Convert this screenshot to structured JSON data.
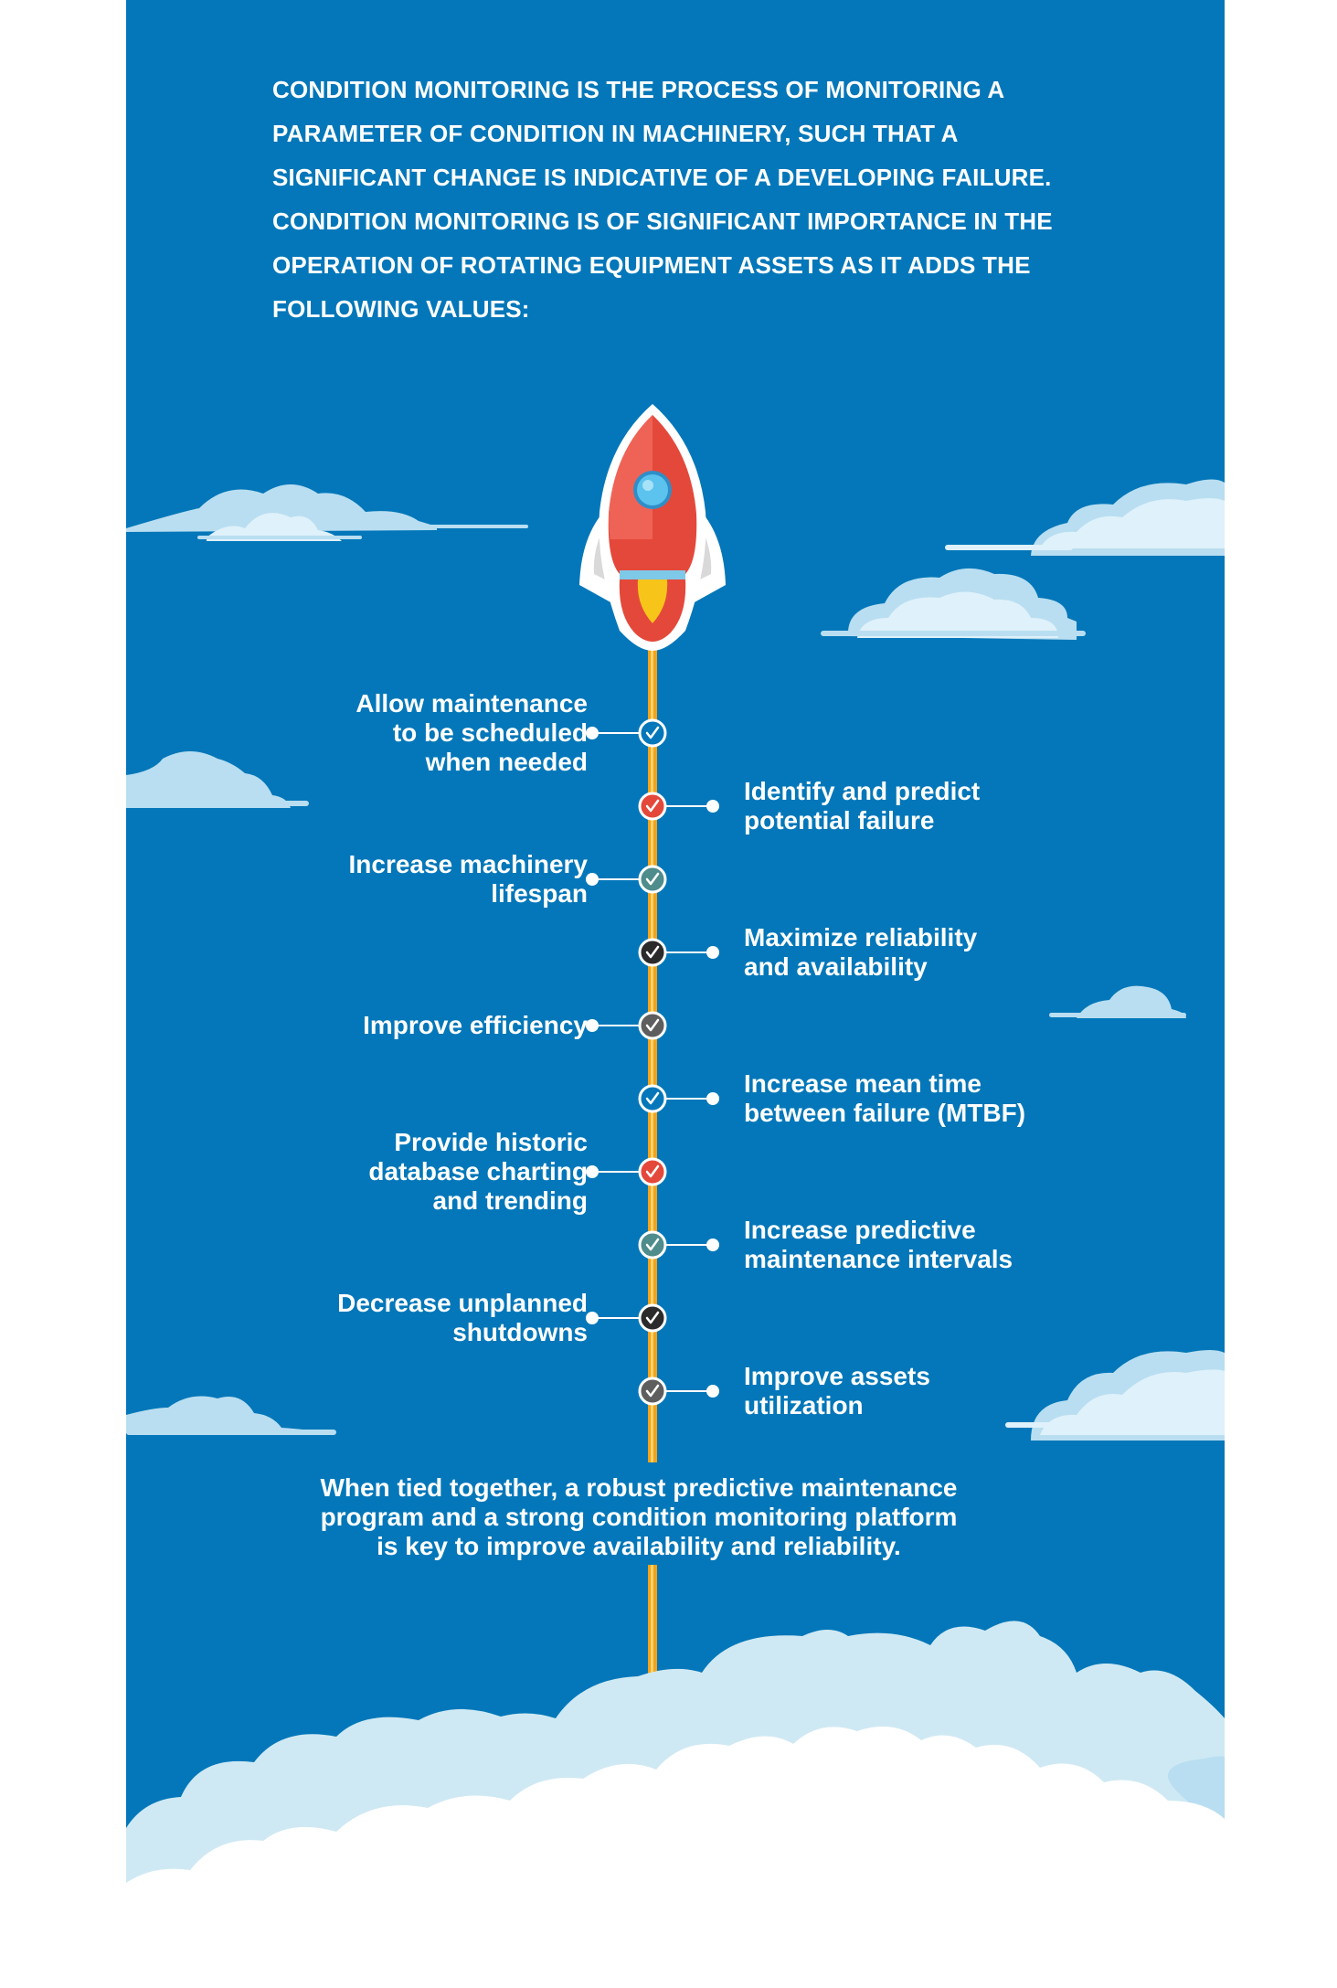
{
  "colors": {
    "background": "#0377b9",
    "text": "#ffffff",
    "cloud_light": "#dff1fa",
    "cloud_mid": "#b9def1",
    "rocket_body": "#e4483a",
    "rocket_window": "#5cc2ee",
    "flame": "#f7c51a",
    "trail": "#f5a21b",
    "check_blue": "#0377b9",
    "check_red": "#e4483a",
    "check_teal": "#4f8c8c",
    "check_dark": "#2b2b2b",
    "check_grey": "#5e5e5e"
  },
  "intro_text": "CONDITION MONITORING IS THE PROCESS OF MONITORING A PARAMETER OF CONDITION IN MACHINERY, SUCH THAT A SIGNIFICANT CHANGE IS INDICATIVE OF A DEVELOPING FAILURE. CONDITION MONITORING IS OF SIGNIFICANT IMPORTANCE IN THE OPERATION OF ROTATING EQUIPMENT ASSETS AS IT ADDS THE FOLLOWING VALUES:",
  "values": [
    {
      "side": "left",
      "text": "Allow maintenance\nto be scheduled\nwhen needed",
      "check_color": "#0377b9",
      "icon": "check-icon"
    },
    {
      "side": "right",
      "text": "Identify and predict\npotential failure",
      "check_color": "#e4483a",
      "icon": "check-icon"
    },
    {
      "side": "left",
      "text": "Increase machinery\nlifespan",
      "check_color": "#4f8c8c",
      "icon": "check-icon"
    },
    {
      "side": "right",
      "text": "Maximize reliability\nand availability",
      "check_color": "#2b2b2b",
      "icon": "check-icon"
    },
    {
      "side": "left",
      "text": "Improve efficiency",
      "check_color": "#5e5e5e",
      "icon": "check-icon"
    },
    {
      "side": "right",
      "text": "Increase mean time\nbetween failure (MTBF)",
      "check_color": "#0377b9",
      "icon": "check-icon"
    },
    {
      "side": "left",
      "text": "Provide historic\ndatabase charting\nand trending",
      "check_color": "#e4483a",
      "icon": "check-icon"
    },
    {
      "side": "right",
      "text": "Increase predictive\nmaintenance intervals",
      "check_color": "#4f8c8c",
      "icon": "check-icon"
    },
    {
      "side": "left",
      "text": "Decrease unplanned\nshutdowns",
      "check_color": "#2b2b2b",
      "icon": "check-icon"
    },
    {
      "side": "right",
      "text": "Improve assets\nutilization",
      "check_color": "#5e5e5e",
      "icon": "check-icon"
    }
  ],
  "closing_text": "When tied together, a robust predictive maintenance\nprogram and a strong condition monitoring platform\nis key to improve availability and reliability.",
  "icons": [
    "rocket-icon",
    "cloud-icon",
    "check-icon"
  ]
}
